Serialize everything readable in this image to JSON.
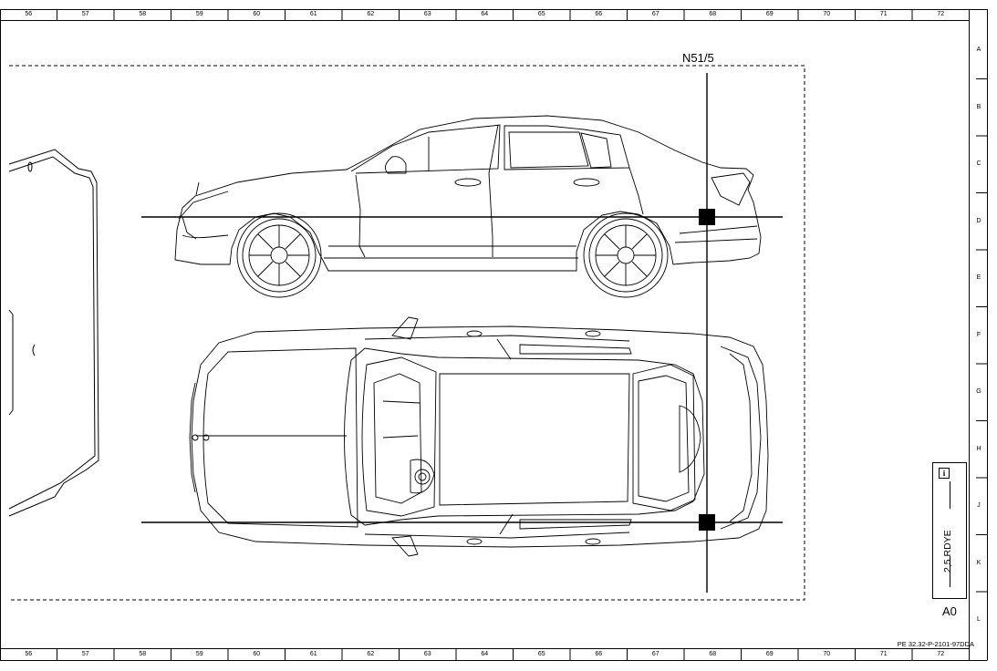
{
  "grid": {
    "columns": [
      "56",
      "57",
      "58",
      "59",
      "60",
      "61",
      "62",
      "63",
      "64",
      "65",
      "66",
      "67",
      "68",
      "69",
      "70",
      "71",
      "72"
    ],
    "rows": [
      "A",
      "B",
      "C",
      "D",
      "E",
      "F",
      "G",
      "H",
      "J",
      "K",
      "L"
    ]
  },
  "component": {
    "label": "N51/5"
  },
  "legend": {
    "icon": "info-icon",
    "icon_glyph": "i",
    "wire": "2,5 RDYE",
    "location": "A0"
  },
  "document_code": "PE 32.32-P-2101-97DDA"
}
